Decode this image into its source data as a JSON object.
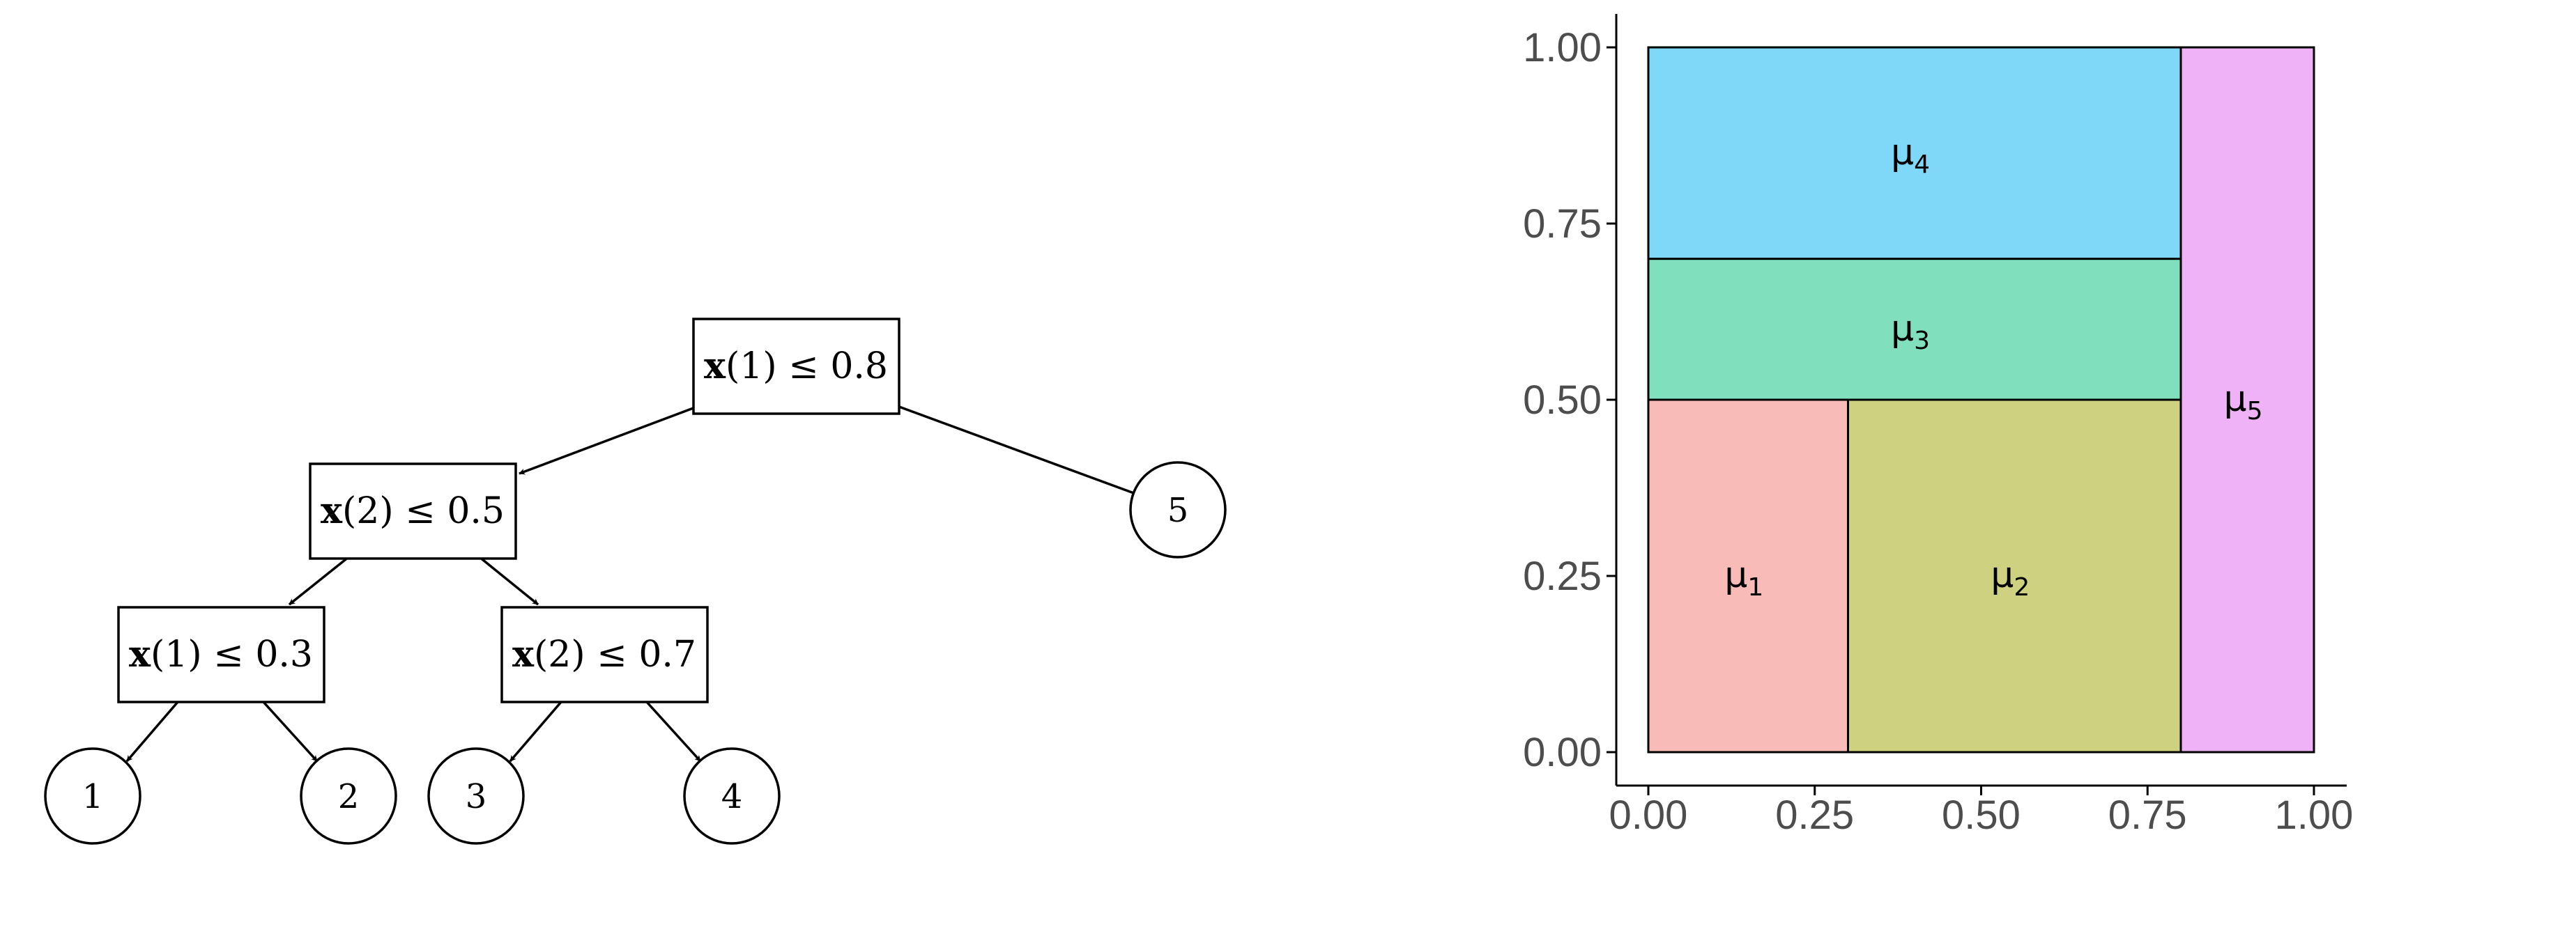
{
  "tree": {
    "nodes": [
      {
        "id": "n0",
        "var": "x",
        "index": "(1)",
        "op": "≤",
        "threshold": "0.8"
      },
      {
        "id": "n1",
        "var": "x",
        "index": "(2)",
        "op": "≤",
        "threshold": "0.5"
      },
      {
        "id": "n2",
        "var": "x",
        "index": "(1)",
        "op": "≤",
        "threshold": "0.3"
      },
      {
        "id": "n3",
        "var": "x",
        "index": "(2)",
        "op": "≤",
        "threshold": "0.7"
      }
    ],
    "leaves": [
      "1",
      "2",
      "3",
      "4",
      "5"
    ]
  },
  "partition": {
    "x_ticks": [
      "0.00",
      "0.25",
      "0.50",
      "0.75",
      "1.00"
    ],
    "y_ticks": [
      "0.00",
      "0.25",
      "0.50",
      "0.75",
      "1.00"
    ],
    "regions": [
      {
        "label": "μ",
        "sub": "1",
        "x": [
          0.0,
          0.3
        ],
        "y": [
          0.0,
          0.5
        ],
        "color": "#f8bbb7"
      },
      {
        "label": "μ",
        "sub": "2",
        "x": [
          0.3,
          0.8
        ],
        "y": [
          0.0,
          0.5
        ],
        "color": "#ced17f"
      },
      {
        "label": "μ",
        "sub": "3",
        "x": [
          0.0,
          0.8
        ],
        "y": [
          0.5,
          0.7
        ],
        "color": "#80e0be"
      },
      {
        "label": "μ",
        "sub": "4",
        "x": [
          0.0,
          0.8
        ],
        "y": [
          0.7,
          1.0
        ],
        "color": "#80d8f8"
      },
      {
        "label": "μ",
        "sub": "5",
        "x": [
          0.8,
          1.0
        ],
        "y": [
          0.0,
          1.0
        ],
        "color": "#efb2f7"
      }
    ]
  }
}
